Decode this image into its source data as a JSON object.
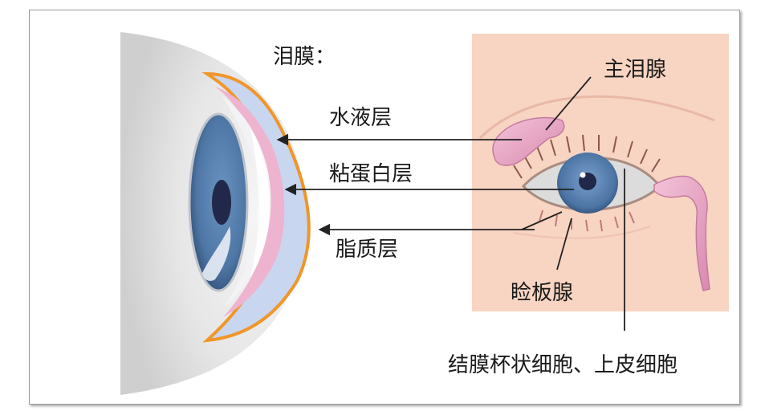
{
  "title": "泪膜：",
  "layers": {
    "aqueous": "水液层",
    "mucin": "粘蛋白层",
    "lipid": "脂质层"
  },
  "structures": {
    "main_lacrimal_gland": "主泪腺",
    "meibomian_gland": "睑板腺",
    "goblet_epithelial": "结膜杯状细胞、上皮细胞"
  },
  "colors": {
    "lipid_layer": "#f0962a",
    "aqueous_layer": "#c9d6f0",
    "mucin_layer": "#eeb3cf",
    "iris": "#4f77a6",
    "skin_panel": "#f8d4c2",
    "gland": "#e9a3c4"
  }
}
